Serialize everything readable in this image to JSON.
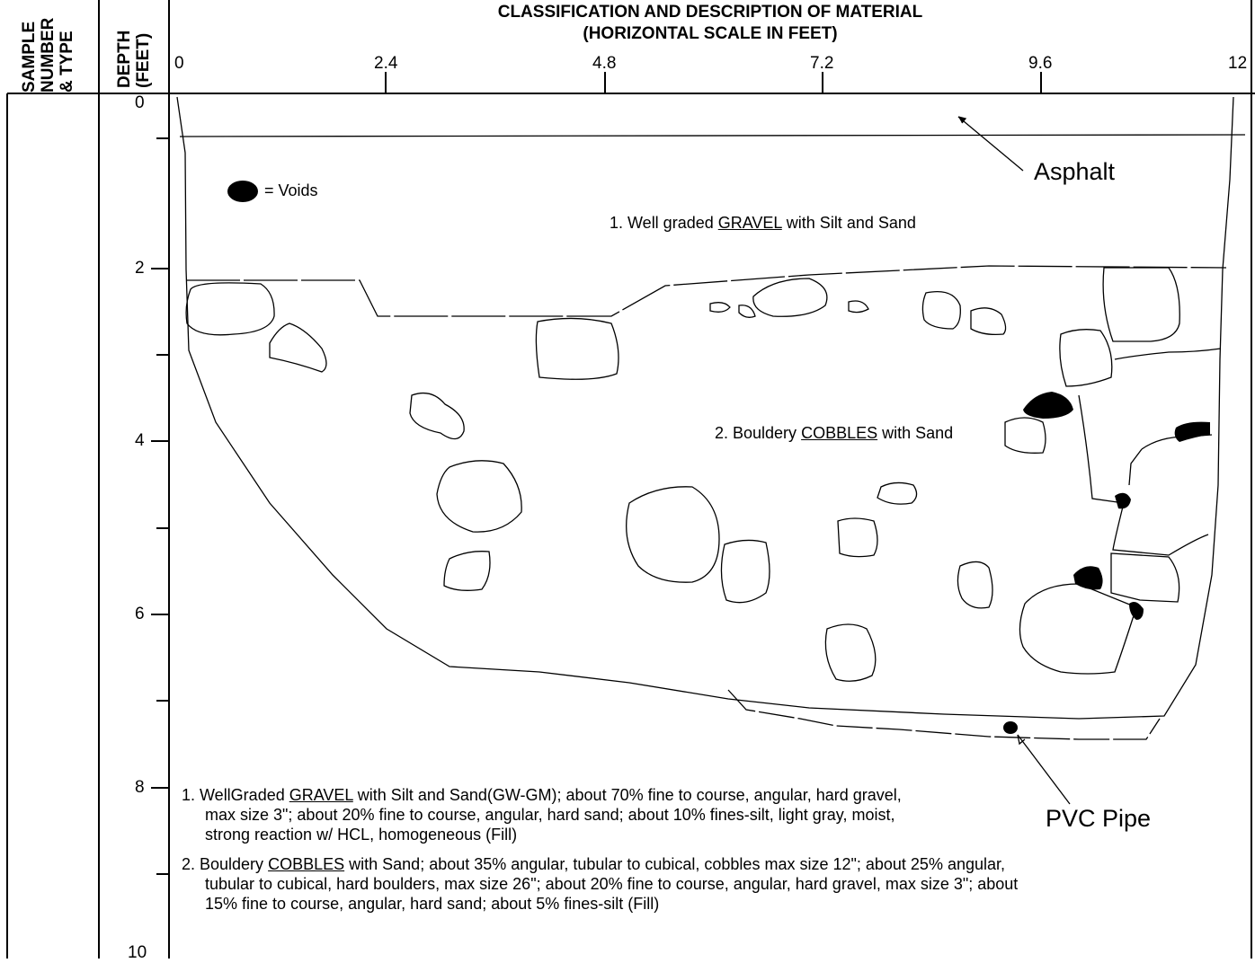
{
  "header": {
    "col_sample": [
      "SAMPLE",
      "NUMBER",
      "& TYPE"
    ],
    "col_depth": [
      "DEPTH",
      "(FEET)"
    ],
    "title_line1": "CLASSIFICATION AND DESCRIPTION OF MATERIAL",
    "title_line2": "(HORIZONTAL SCALE IN FEET)"
  },
  "horizontal_scale": [
    "0",
    "2.4",
    "4.8",
    "7.2",
    "9.6",
    "12"
  ],
  "depth_scale": [
    "0",
    "2",
    "4",
    "6",
    "8",
    "10"
  ],
  "legend": {
    "voids_label": "= Voids"
  },
  "callouts": {
    "asphalt": "Asphalt",
    "pvc_pipe": "PVC Pipe"
  },
  "layers": {
    "layer1_num": "1. Well graded",
    "layer1_key": "GRAVEL",
    "layer1_rest": "with Silt and Sand",
    "layer2_num": "2. Bouldery",
    "layer2_key": "COBBLES",
    "layer2_rest": "with Sand"
  },
  "descriptions": {
    "d1_prefix": "1. WellGraded",
    "d1_key": "GRAVEL",
    "d1_line1_rest": "with Silt and Sand(GW-GM); about 70% fine to course, angular, hard gravel,",
    "d1_line2": "max size 3\"; about 20% fine to course, angular, hard sand; about 10% fines-silt, light gray, moist,",
    "d1_line3": "strong reaction w/ HCL, homogeneous (Fill)",
    "d2_prefix": "2. Bouldery",
    "d2_key": "COBBLES",
    "d2_line1_rest": "with Sand; about 35% angular, tubular to cubical, cobbles max size 12\"; about 25% angular,",
    "d2_line2": "tubular to cubical, hard boulders, max size 26\"; about 20% fine to course, angular, hard gravel, max size 3\"; about",
    "d2_line3": "15% fine to course, angular, hard sand; about 5% fines-silt (Fill)"
  }
}
